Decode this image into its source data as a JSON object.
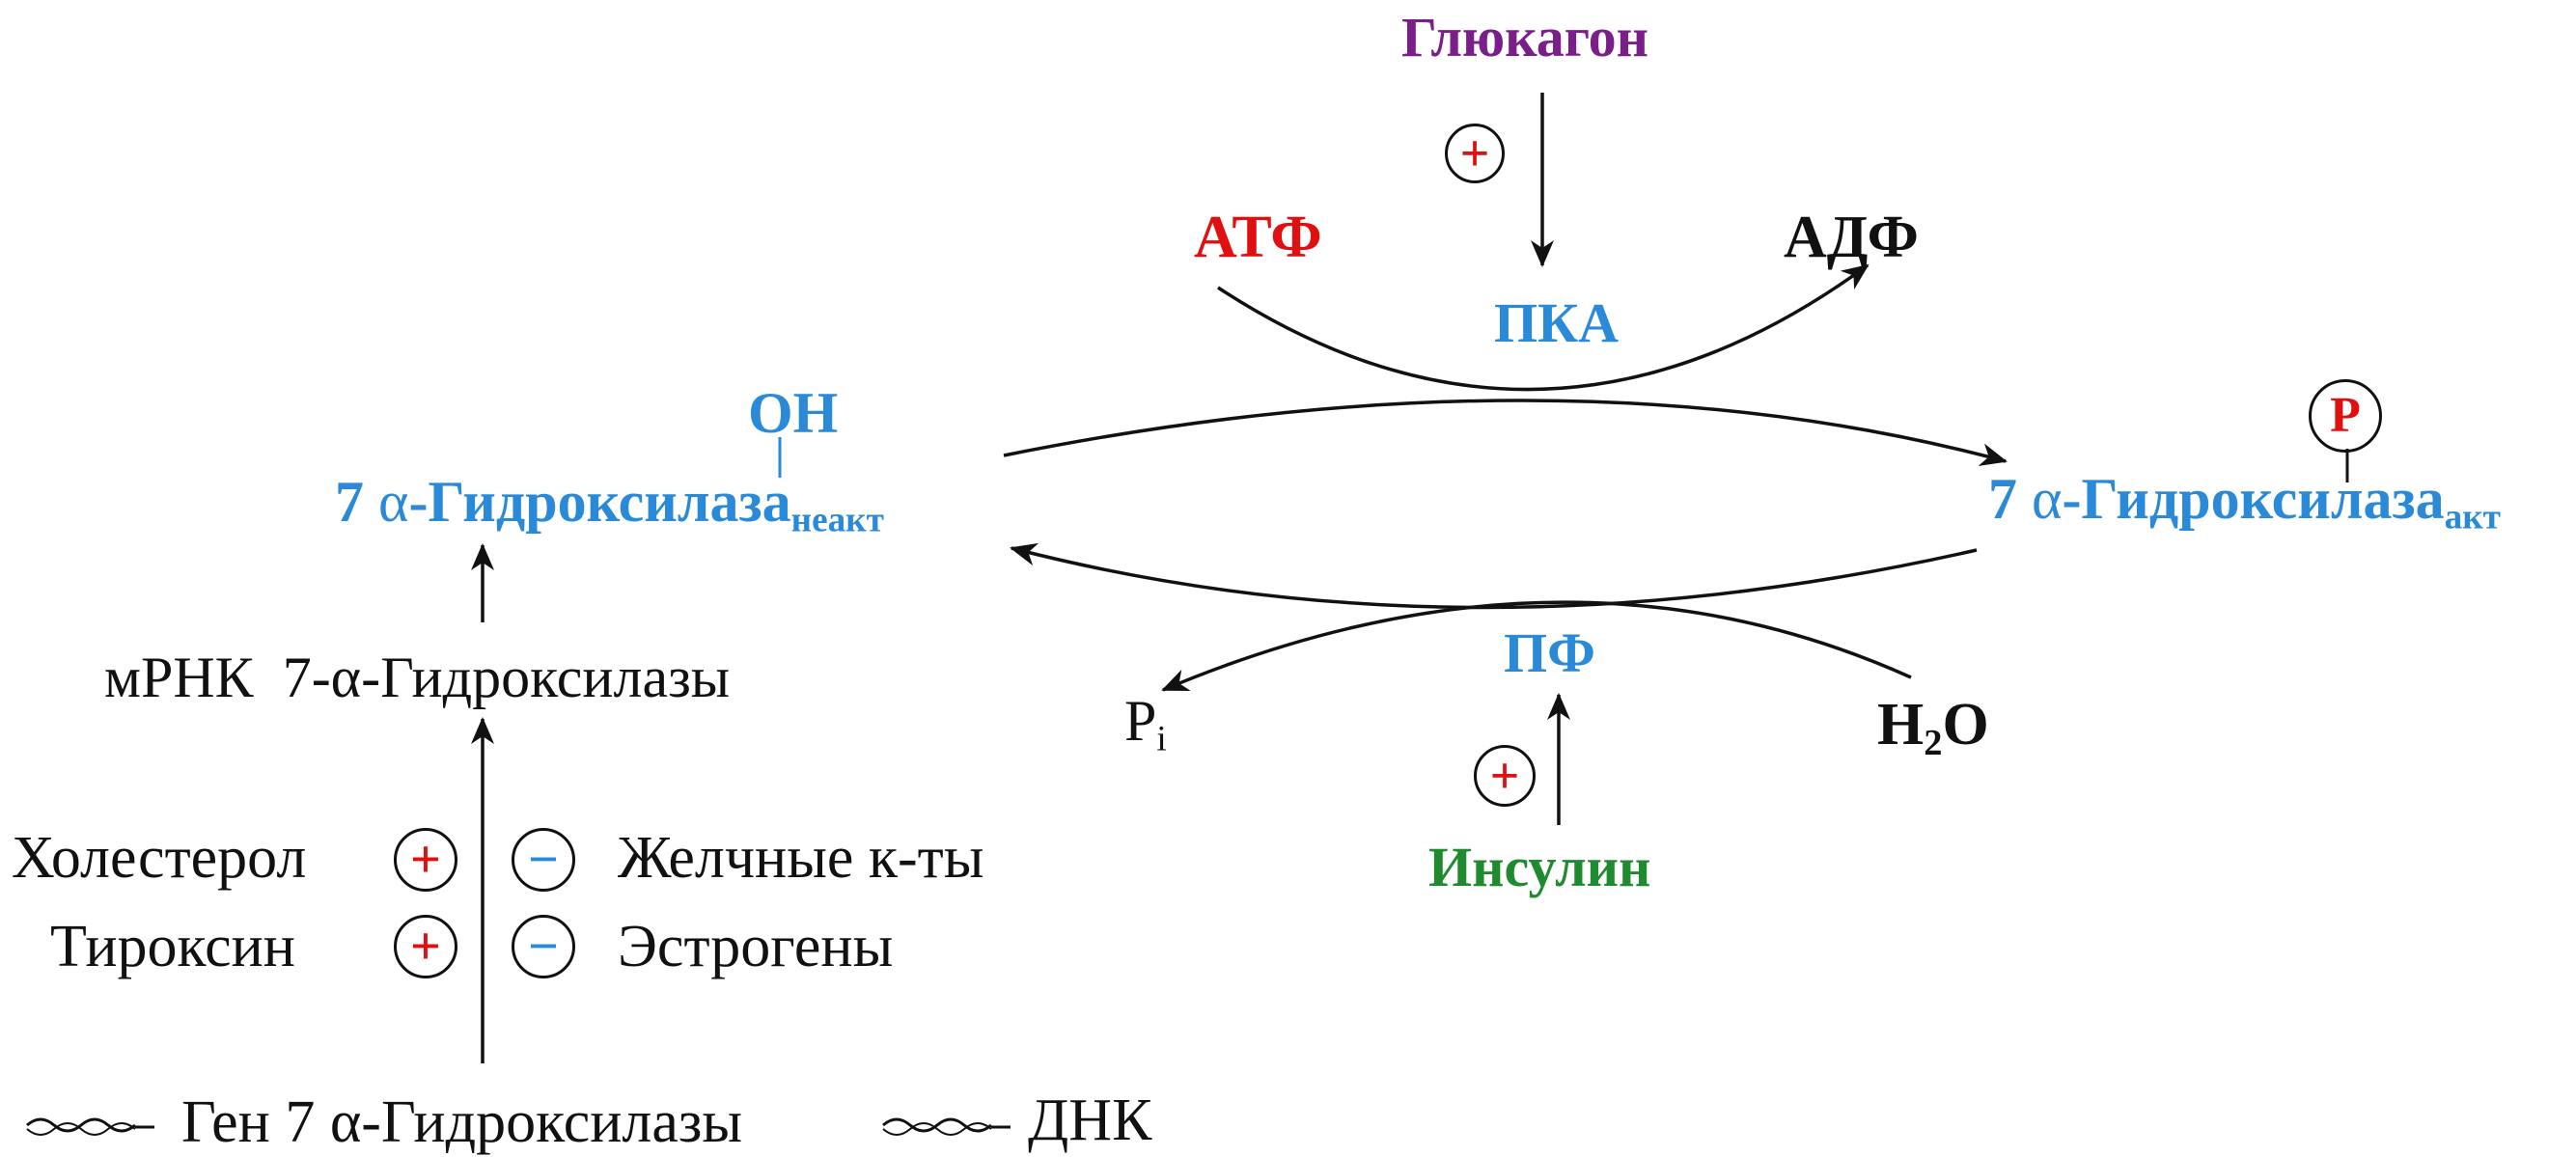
{
  "regulators": {
    "glucagon": "Глюкагон",
    "insulin": "Инсулин"
  },
  "enzymes": {
    "pka": "ПКА",
    "pf": "ПФ"
  },
  "substrates": {
    "atp": "АТФ",
    "adp": "АДФ",
    "pi_main": "P",
    "pi_sub": "i",
    "h2o_h": "H",
    "h2o_sub": "2",
    "h2o_o": "O"
  },
  "inactive_form": {
    "group": "OH",
    "prefix": "7 ",
    "alpha": "α",
    "name": "-Гидроксилаза",
    "subscript": "неакт"
  },
  "active_form": {
    "group": "P",
    "prefix": "7 ",
    "alpha": "α",
    "name": "-Гидроксилаза",
    "subscript": "акт"
  },
  "transcription": {
    "mrna": "мРНК  7-α-Гидроксилазы",
    "activators": [
      "Холестерол",
      "Тироксин"
    ],
    "repressors": [
      "Желчные к-ты",
      "Эстрогены"
    ],
    "gene_label": "Ген 7 α-Гидроксилазы",
    "dna_label": "ДНК"
  },
  "signs": {
    "plus": "+",
    "minus": "−"
  },
  "colors": {
    "enzyme_blue": "#2a8ad8",
    "atp_red": "#e01010",
    "glucagon_purple": "#7a1f8a",
    "insulin_green": "#1f8a2e"
  }
}
